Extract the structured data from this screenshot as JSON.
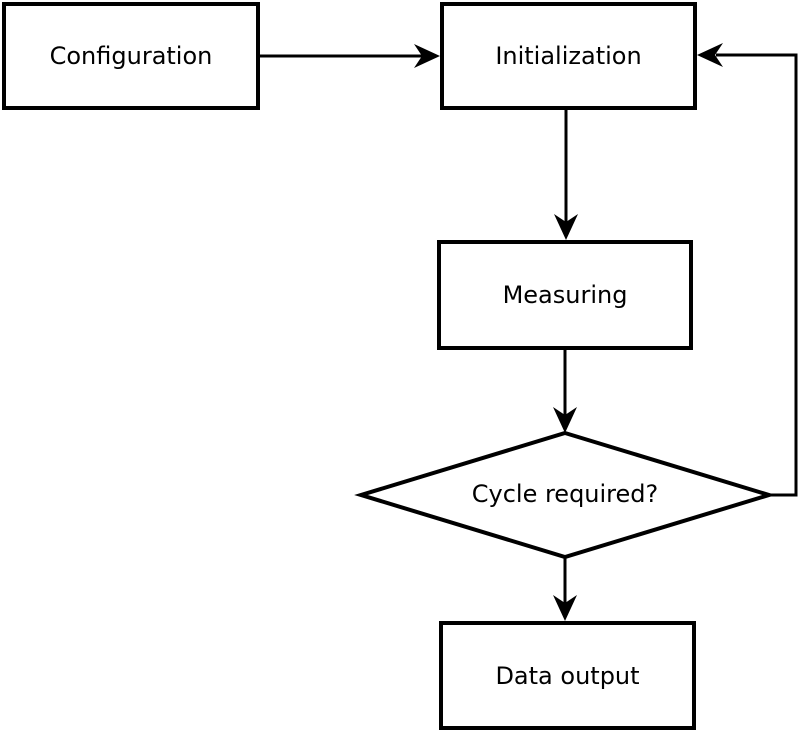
{
  "canvas": {
    "background": "#ffffff",
    "stroke_color": "#000000",
    "text_color": "#000000"
  },
  "nodes": {
    "configuration": {
      "label": "Configuration",
      "shape": "rectangle"
    },
    "initialization": {
      "label": "Initialization",
      "shape": "rectangle"
    },
    "measuring": {
      "label": "Measuring",
      "shape": "rectangle"
    },
    "cycle_required": {
      "label": "Cycle required?",
      "shape": "diamond"
    },
    "data_output": {
      "label": "Data output",
      "shape": "rectangle"
    }
  },
  "edges": [
    {
      "from": "configuration",
      "to": "initialization",
      "direction": "right"
    },
    {
      "from": "initialization",
      "to": "measuring",
      "direction": "down"
    },
    {
      "from": "measuring",
      "to": "cycle_required",
      "direction": "down"
    },
    {
      "from": "cycle_required",
      "to": "data_output",
      "direction": "down"
    },
    {
      "from": "cycle_required",
      "to": "initialization",
      "direction": "loop-back-right-up"
    }
  ]
}
